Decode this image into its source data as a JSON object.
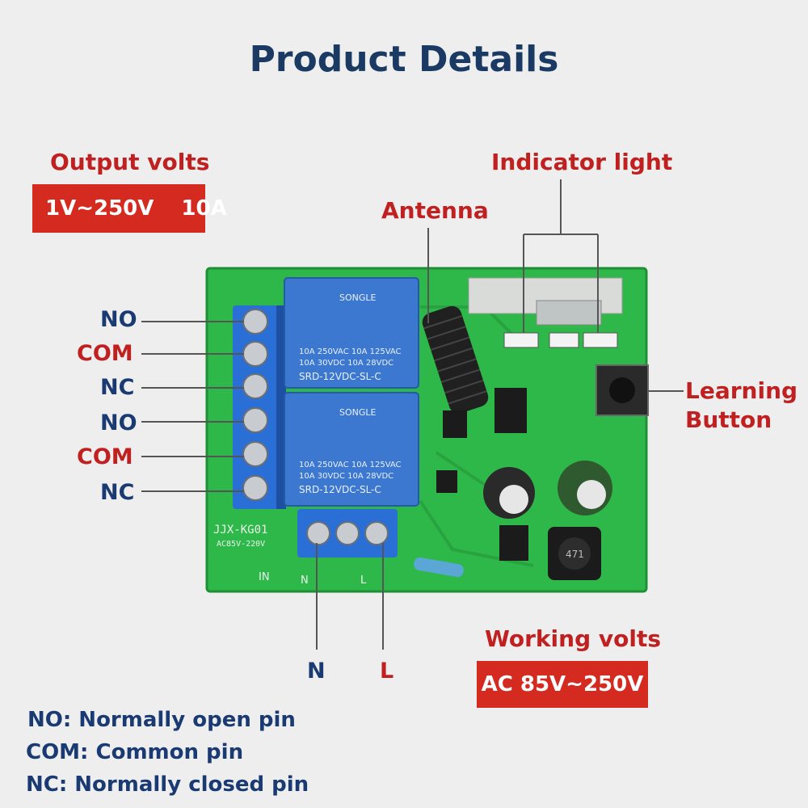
{
  "title": "Product Details",
  "output": {
    "label": "Output volts",
    "value1": "1V~250V",
    "value2": "10A"
  },
  "indicator_label": "Indicator light",
  "antenna_label": "Antenna",
  "learning_label": [
    "Learning",
    "Button"
  ],
  "working": {
    "label": "Working volts",
    "value": "AC 85V~250V"
  },
  "pins": [
    {
      "text": "NO",
      "color": "blue"
    },
    {
      "text": "COM",
      "color": "red"
    },
    {
      "text": "NC",
      "color": "blue"
    },
    {
      "text": "NO",
      "color": "blue"
    },
    {
      "text": "COM",
      "color": "red"
    },
    {
      "text": "NC",
      "color": "blue"
    }
  ],
  "input_pins": {
    "n": "N",
    "l": "L"
  },
  "board": {
    "relay_brand": "SONGLE",
    "relay_spec1": "10A 250VAC 10A 125VAC",
    "relay_spec2": "10A 30VDC 10A 28VDC",
    "relay_model": "SRD-12VDC-SL-C",
    "model": "JJX-KG01",
    "voltage": "AC85V-220V",
    "in": "IN",
    "n": "N",
    "l": "L",
    "inductor": "471"
  },
  "legend": [
    "NO: Normally open pin",
    "COM: Common pin",
    "NC: Normally closed pin"
  ],
  "colors": {
    "title": "#1a3a63",
    "red": "#c0201f",
    "blue": "#1a3a73",
    "board": "#2fb84a",
    "terminal": "#2a6fd6",
    "relay": "#3d78d0"
  }
}
